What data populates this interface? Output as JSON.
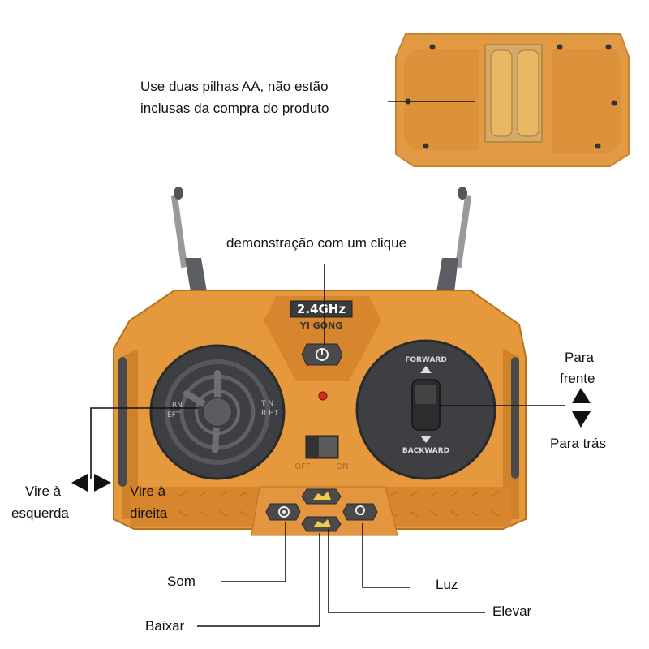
{
  "battery_note": {
    "line1": "Use duas pilhas AA, não estão",
    "line2": "inclusas da compra do produto"
  },
  "callouts": {
    "demo": "demonstração com um clique",
    "forward_line1": "Para",
    "forward_line2": "frente",
    "backward": "Para trás",
    "left_line1": "Vire à",
    "left_line2": "esquerda",
    "right_line1": "Vire à",
    "right_line2": "direita",
    "sound": "Som",
    "light": "Luz",
    "raise": "Elevar",
    "lower": "Baixar"
  },
  "remote": {
    "frequency": "2.4GHz",
    "brand": "YI GONG",
    "forward_label": "FORWARD",
    "backward_label": "BACKWARD",
    "off_label": "OFF",
    "on_label": "ON",
    "turn_left_partial": "RN\nEFT",
    "turn_right_partial": "T N\nR HT"
  },
  "colors": {
    "body": "#e5983c",
    "body_dark": "#c77a24",
    "stick_well": "#3e3f42",
    "button": "#4a4a4a",
    "accent_yellow": "#f2c94c"
  }
}
